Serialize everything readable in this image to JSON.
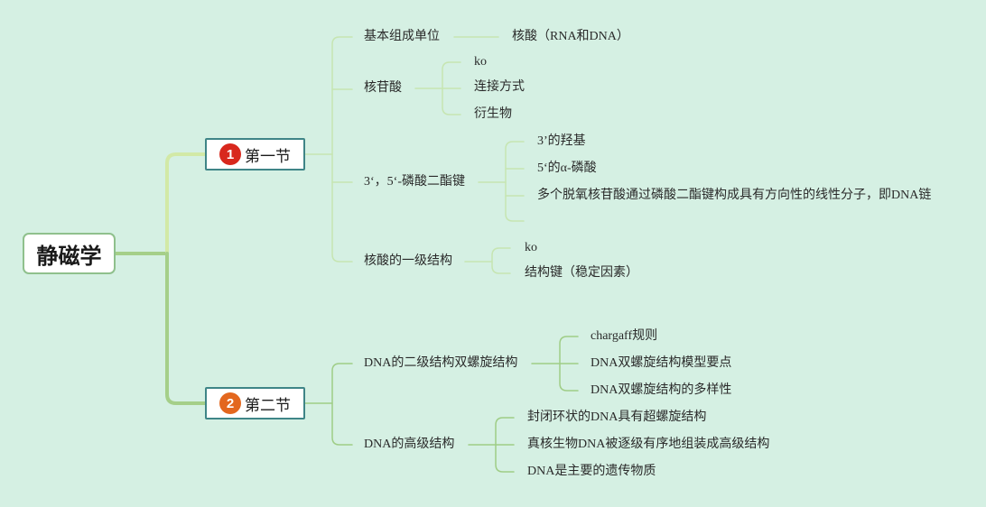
{
  "root": {
    "label": "静磁学"
  },
  "sections": [
    {
      "badge": "1",
      "label": "第一节",
      "topics": [
        {
          "label": "基本组成单位",
          "children": [
            "核酸（RNA和DNA）"
          ]
        },
        {
          "label": "核苷酸",
          "children": [
            "ko",
            "连接方式",
            "衍生物"
          ]
        },
        {
          "label": "3‘，5‘-磷酸二酯键",
          "children": [
            "3’的羟基",
            "5‘的α-磷酸",
            "多个脱氧核苷酸通过磷酸二酯键构成具有方向性的线性分子，即DNA链"
          ]
        },
        {
          "label": "核酸的一级结构",
          "children": [
            "ko",
            "结构键（稳定因素）"
          ]
        }
      ]
    },
    {
      "badge": "2",
      "label": "第二节",
      "topics": [
        {
          "label": "DNA的二级结构双螺旋结构",
          "children": [
            "chargaff规则",
            "DNA双螺旋结构模型要点",
            "DNA双螺旋结构的多样性"
          ]
        },
        {
          "label": "DNA的高级结构",
          "children": [
            "封闭环状的DNA具有超螺旋结构",
            "真核生物DNA被逐级有序地组装成高级结构",
            "DNA是主要的遗传物质"
          ]
        }
      ]
    }
  ],
  "colors": {
    "background": "#d5f0e3",
    "trunk_upper": "#d2e9a6",
    "trunk_lower": "#a5cf89",
    "branch_1": "#c6e5b1",
    "branch_2": "#9fcd86",
    "root_border": "#8fc08c",
    "section_border": "#3f8587",
    "badge_1": "#d8281d",
    "badge_2": "#e3671e"
  }
}
